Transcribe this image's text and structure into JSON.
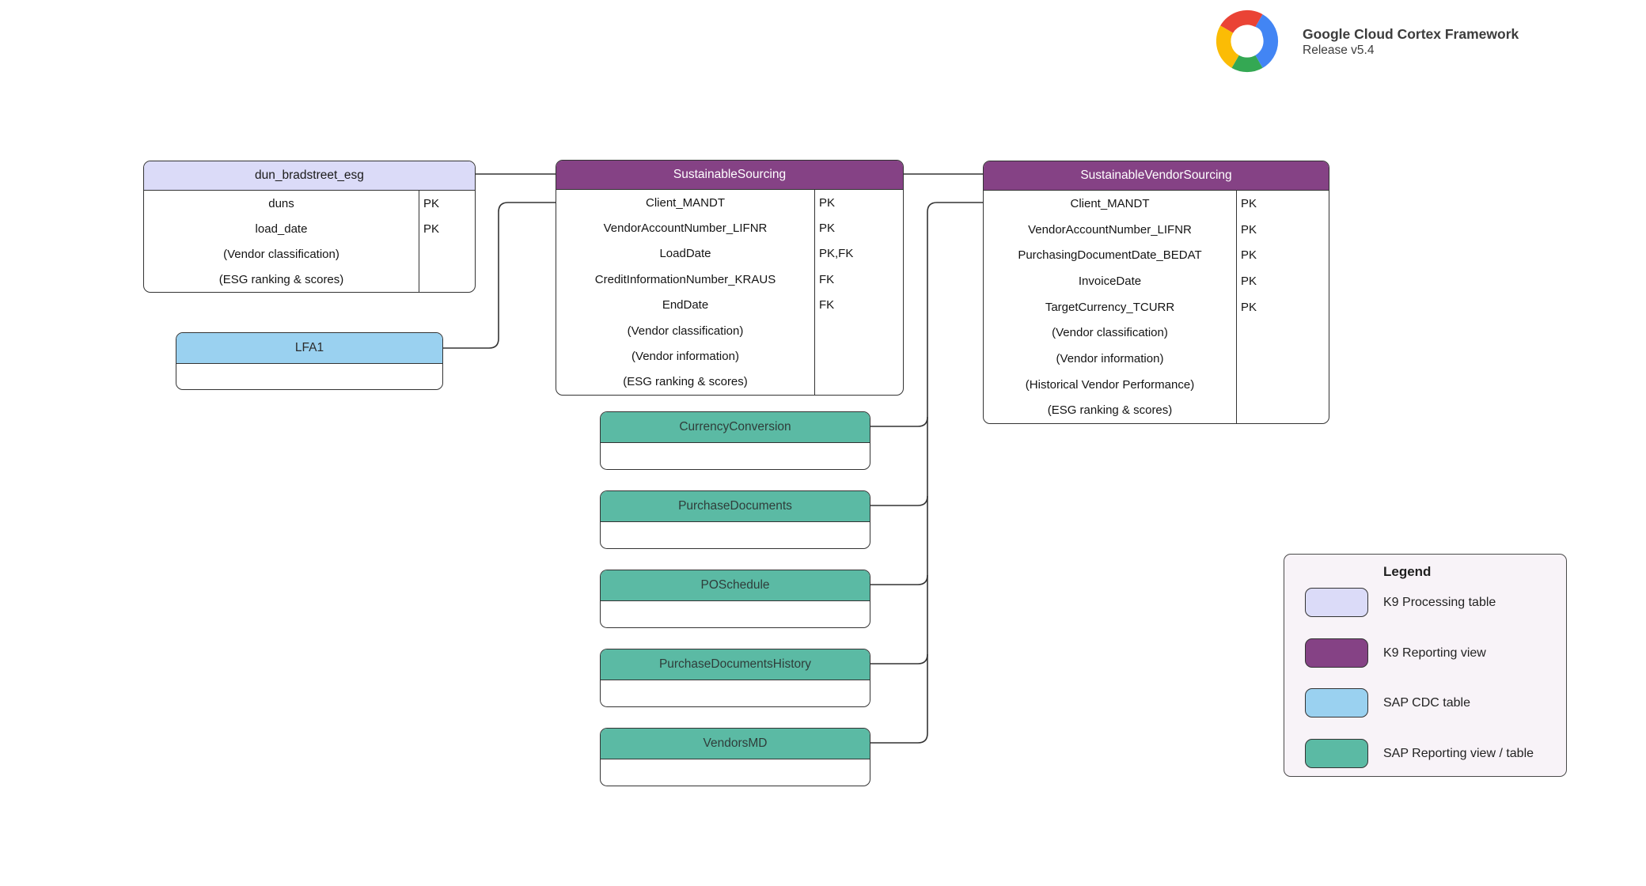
{
  "header": {
    "title": "Google Cloud Cortex Framework",
    "release": "Release v5.4",
    "logo": "google-cloud-logo"
  },
  "colors": {
    "k9_processing": "#dbdbf8",
    "k9_reporting": "#854285",
    "sap_cdc": "#9ad1f0",
    "sap_reporting": "#5bbaa4",
    "legend_bg": "#f8f3f8",
    "connector": "#333333",
    "logo_red": "#EA4335",
    "logo_blue": "#4285F4",
    "logo_yellow": "#FBBC05",
    "logo_green": "#34A853"
  },
  "tables": [
    {
      "id": "dun_bradstreet_esg",
      "title": "dun_bradstreet_esg",
      "type": "k9_processing",
      "rows": [
        {
          "name": "duns",
          "key": "PK"
        },
        {
          "name": "load_date",
          "key": "PK"
        },
        {
          "name": "(Vendor classification)",
          "key": ""
        },
        {
          "name": "(ESG ranking & scores)",
          "key": ""
        }
      ]
    },
    {
      "id": "SustainableSourcing",
      "title": "SustainableSourcing",
      "type": "k9_reporting",
      "rows": [
        {
          "name": "Client_MANDT",
          "key": "PK"
        },
        {
          "name": "VendorAccountNumber_LIFNR",
          "key": "PK"
        },
        {
          "name": "LoadDate",
          "key": "PK,FK"
        },
        {
          "name": "CreditInformationNumber_KRAUS",
          "key": "FK"
        },
        {
          "name": "EndDate",
          "key": "FK"
        },
        {
          "name": "(Vendor classification)",
          "key": ""
        },
        {
          "name": "(Vendor information)",
          "key": ""
        },
        {
          "name": "(ESG ranking & scores)",
          "key": ""
        }
      ]
    },
    {
      "id": "SustainableVendorSourcing",
      "title": "SustainableVendorSourcing",
      "type": "k9_reporting",
      "rows": [
        {
          "name": "Client_MANDT",
          "key": "PK"
        },
        {
          "name": "VendorAccountNumber_LIFNR",
          "key": "PK"
        },
        {
          "name": "PurchasingDocumentDate_BEDAT",
          "key": "PK"
        },
        {
          "name": "InvoiceDate",
          "key": "PK"
        },
        {
          "name": "TargetCurrency_TCURR",
          "key": "PK"
        },
        {
          "name": "(Vendor classification)",
          "key": ""
        },
        {
          "name": "(Vendor information)",
          "key": ""
        },
        {
          "name": "(Historical Vendor Performance)",
          "key": ""
        },
        {
          "name": "(ESG ranking & scores)",
          "key": ""
        }
      ]
    },
    {
      "id": "LFA1",
      "title": "LFA1",
      "type": "sap_cdc",
      "rows": []
    },
    {
      "id": "CurrencyConversion",
      "title": "CurrencyConversion",
      "type": "sap_reporting",
      "rows": []
    },
    {
      "id": "PurchaseDocuments",
      "title": "PurchaseDocuments",
      "type": "sap_reporting",
      "rows": []
    },
    {
      "id": "POSchedule",
      "title": "POSchedule",
      "type": "sap_reporting",
      "rows": []
    },
    {
      "id": "PurchaseDocumentsHistory",
      "title": "PurchaseDocumentsHistory",
      "type": "sap_reporting",
      "rows": []
    },
    {
      "id": "VendorsMD",
      "title": "VendorsMD",
      "type": "sap_reporting",
      "rows": []
    }
  ],
  "legend": {
    "title": "Legend",
    "items": [
      {
        "swatch": "k9_processing",
        "label": "K9 Processing table"
      },
      {
        "swatch": "k9_reporting",
        "label": "K9 Reporting view"
      },
      {
        "swatch": "sap_cdc",
        "label": "SAP CDC table"
      },
      {
        "swatch": "sap_reporting",
        "label": "SAP Reporting view / table"
      }
    ]
  }
}
